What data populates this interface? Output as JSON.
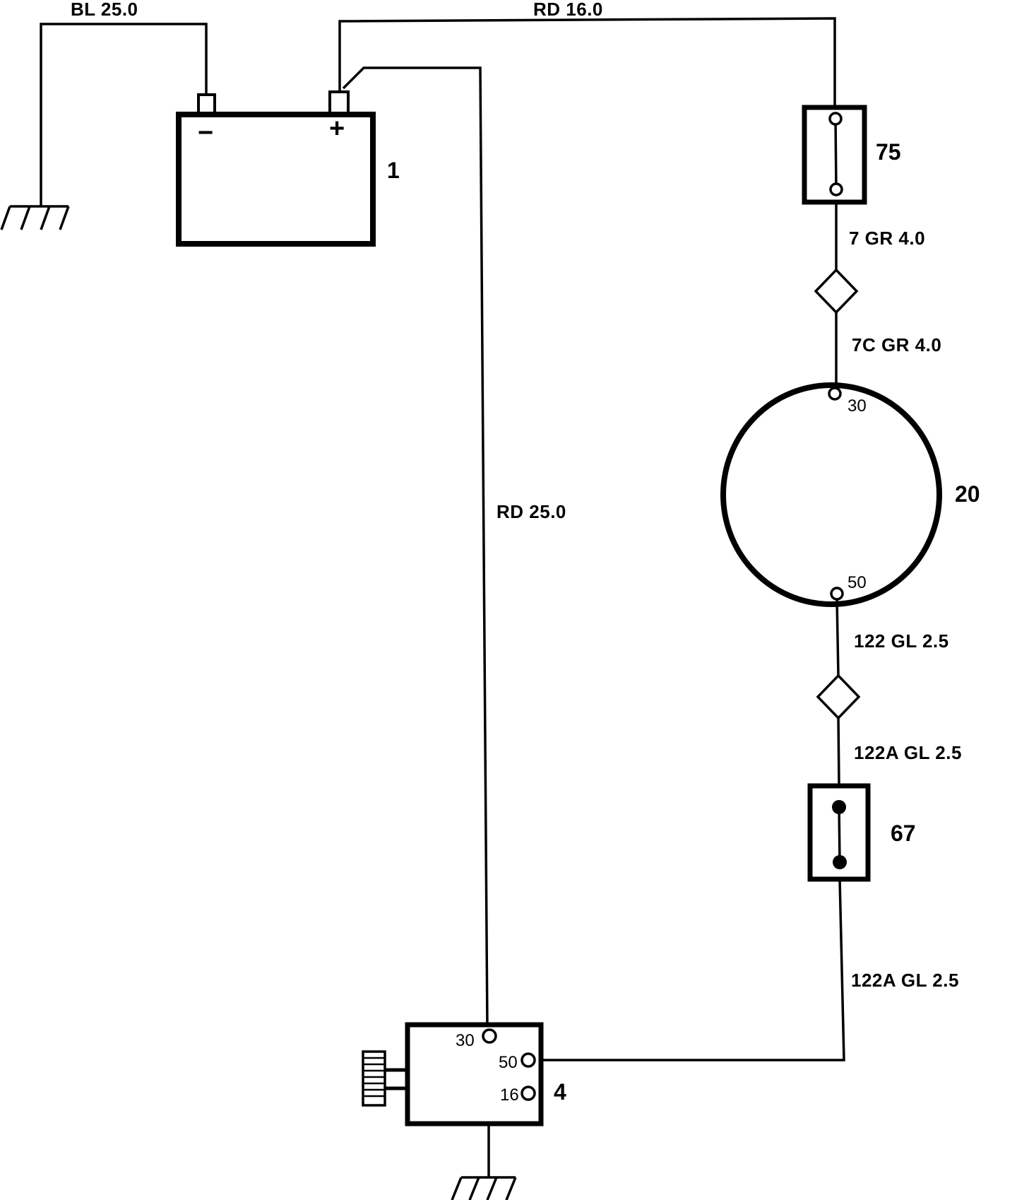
{
  "wires": {
    "bl_25": "BL 25.0",
    "rd_16": "RD 16.0",
    "rd_25": "RD 25.0",
    "gr_7": "7 GR 4.0",
    "gr_7c": "7C GR 4.0",
    "gl_122": "122 GL 2.5",
    "gl_122a_upper": "122A GL 2.5",
    "gl_122a_lower": "122A GL 2.5"
  },
  "components": {
    "battery": {
      "label": "1",
      "neg_sign": "−",
      "pos_sign": "+"
    },
    "fuse_top": {
      "label": "75"
    },
    "starter_motor": {
      "label": "20",
      "pin_top": "30",
      "pin_bottom": "50"
    },
    "fuse_bottom": {
      "label": "67"
    },
    "ignition_switch": {
      "label": "4",
      "pin_30": "30",
      "pin_50": "50",
      "pin_16": "16"
    }
  }
}
